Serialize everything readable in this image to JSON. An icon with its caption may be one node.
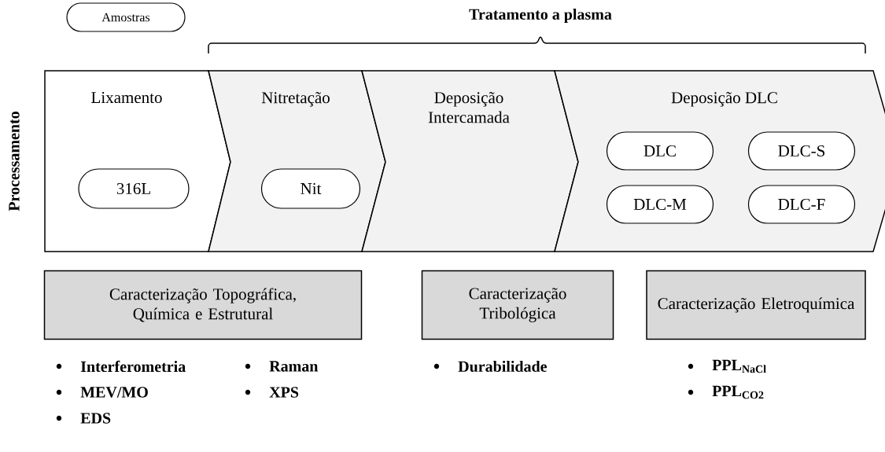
{
  "diagram": {
    "nodes": [
      {
        "text": [
          "Amostras"
        ]
      },
      {
        "text": [
          "Lixamento"
        ]
      },
      {
        "text": [
          "316L"
        ],
        "in": 1
      },
      {
        "text": [
          "Nitretação"
        ]
      },
      {
        "text": [
          "Nit"
        ],
        "in": 3
      },
      {
        "text": [
          "Deposição Intercamada"
        ]
      },
      {
        "text": [
          "Deposição DLC"
        ]
      },
      {
        "text": [
          "DLC"
        ],
        "in": 6
      },
      {
        "text": [
          "DLC-S"
        ],
        "in": 6
      },
      {
        "text": [
          "DLC-M"
        ],
        "in": 6
      },
      {
        "text": [
          "DLC-F"
        ],
        "in": 6
      },
      {
        "text": [
          "Caracterização Topográfica, Química e Estrutural"
        ]
      },
      {
        "text": [
          "Caracterização Tribológica"
        ]
      },
      {
        "text": [
          "Caracterização Eletroquímica"
        ]
      }
    ],
    "labels": [
      "Tratamento a plasma",
      "Processamento",
      "Interferometria",
      "MEV/MO",
      "EDS",
      "Raman",
      "XPS",
      "Durabilidade",
      "PPL$_{NaCl}$",
      "PPL$_{CO2}$"
    ]
  }
}
